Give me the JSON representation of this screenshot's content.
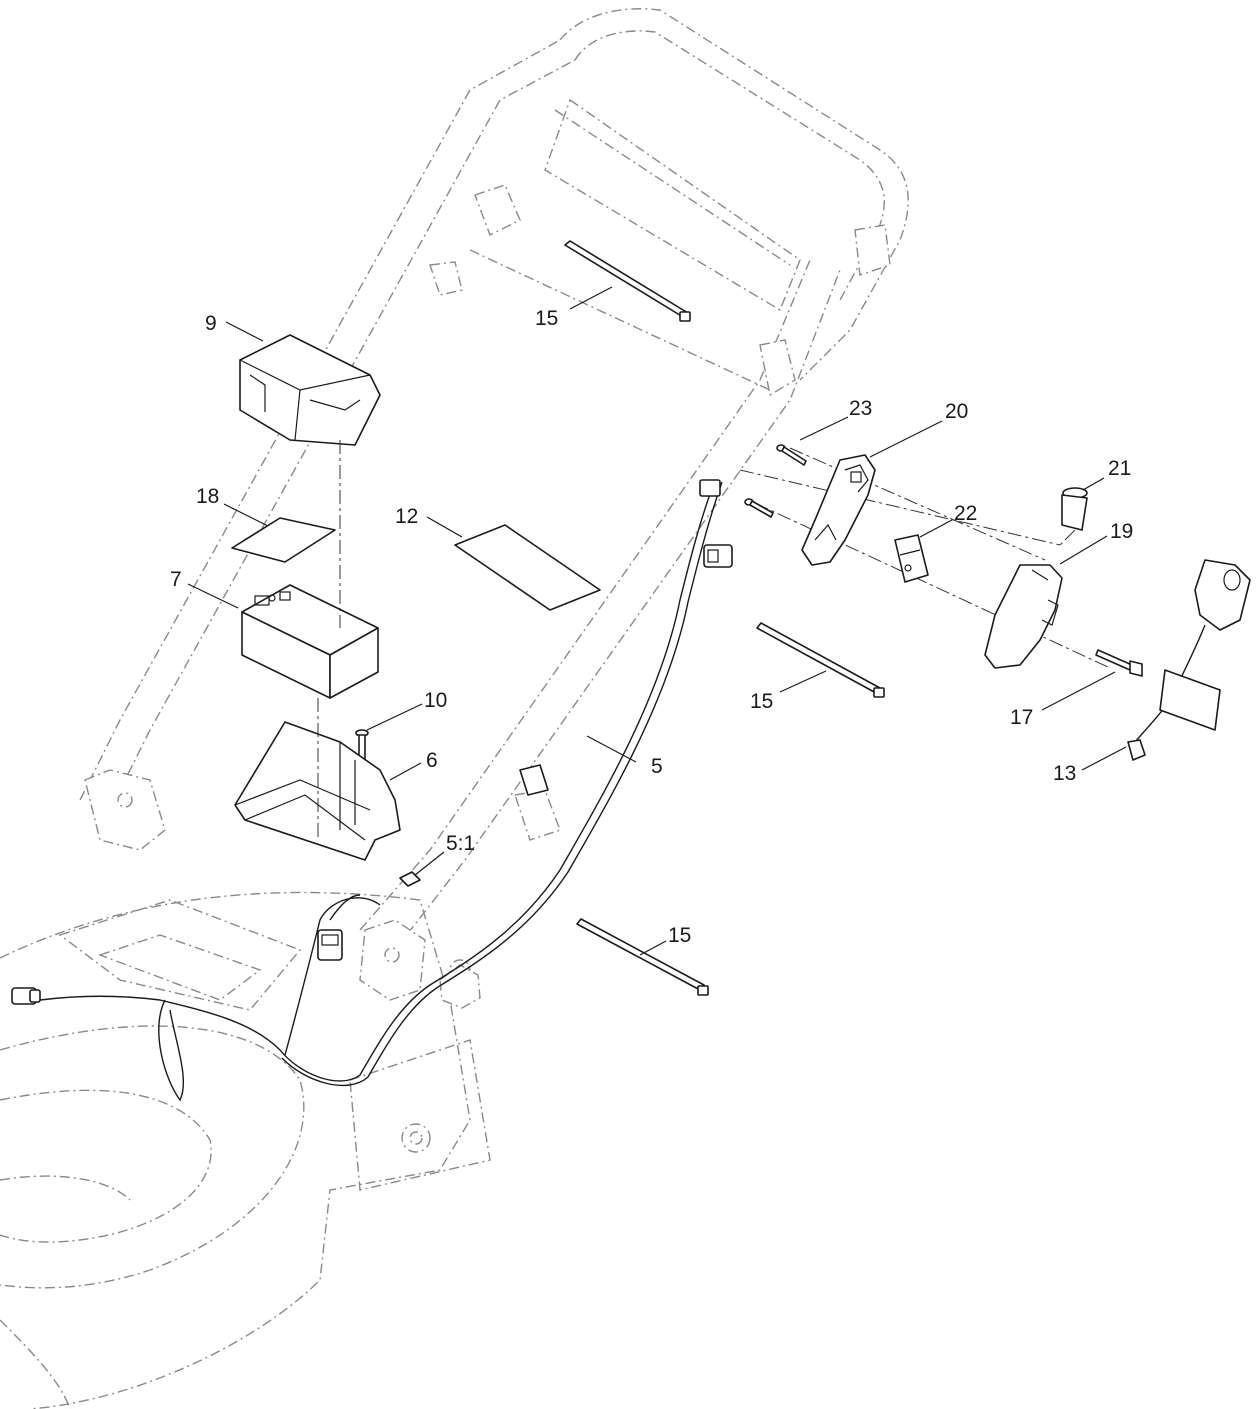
{
  "callouts": {
    "c9": "9",
    "c15a": "15",
    "c23": "23",
    "c20": "20",
    "c21": "21",
    "c18": "18",
    "c12": "12",
    "c22": "22",
    "c19": "19",
    "c7": "7",
    "c15b": "15",
    "c17": "17",
    "c10": "10",
    "c6": "6",
    "c5": "5",
    "c13": "13",
    "c5_1": "5:1",
    "c15c": "15"
  },
  "colors": {
    "line": "#1a1a1a",
    "phantom": "#8a8a8a",
    "background": "#ffffff"
  }
}
